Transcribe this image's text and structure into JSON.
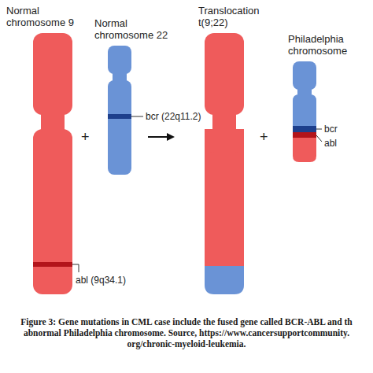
{
  "diagram": {
    "caption": "Figure 3: Gene mutations in CML case include the fused gene called BCR-ABL and th abnormal Philadelphia chromosome. Source, https://www.cancersupportcommunity. org/chronic-myeloid-leukemia.",
    "labels": [
      "Normal chromosome 9",
      "+",
      "Normal chromosome 22",
      "bcr (22q11.2)",
      "abl (9q34.1)",
      "Translocation t(9;22)",
      "+",
      "Philadelphia chromosome",
      "bcr",
      "abl"
    ]
  }
}
